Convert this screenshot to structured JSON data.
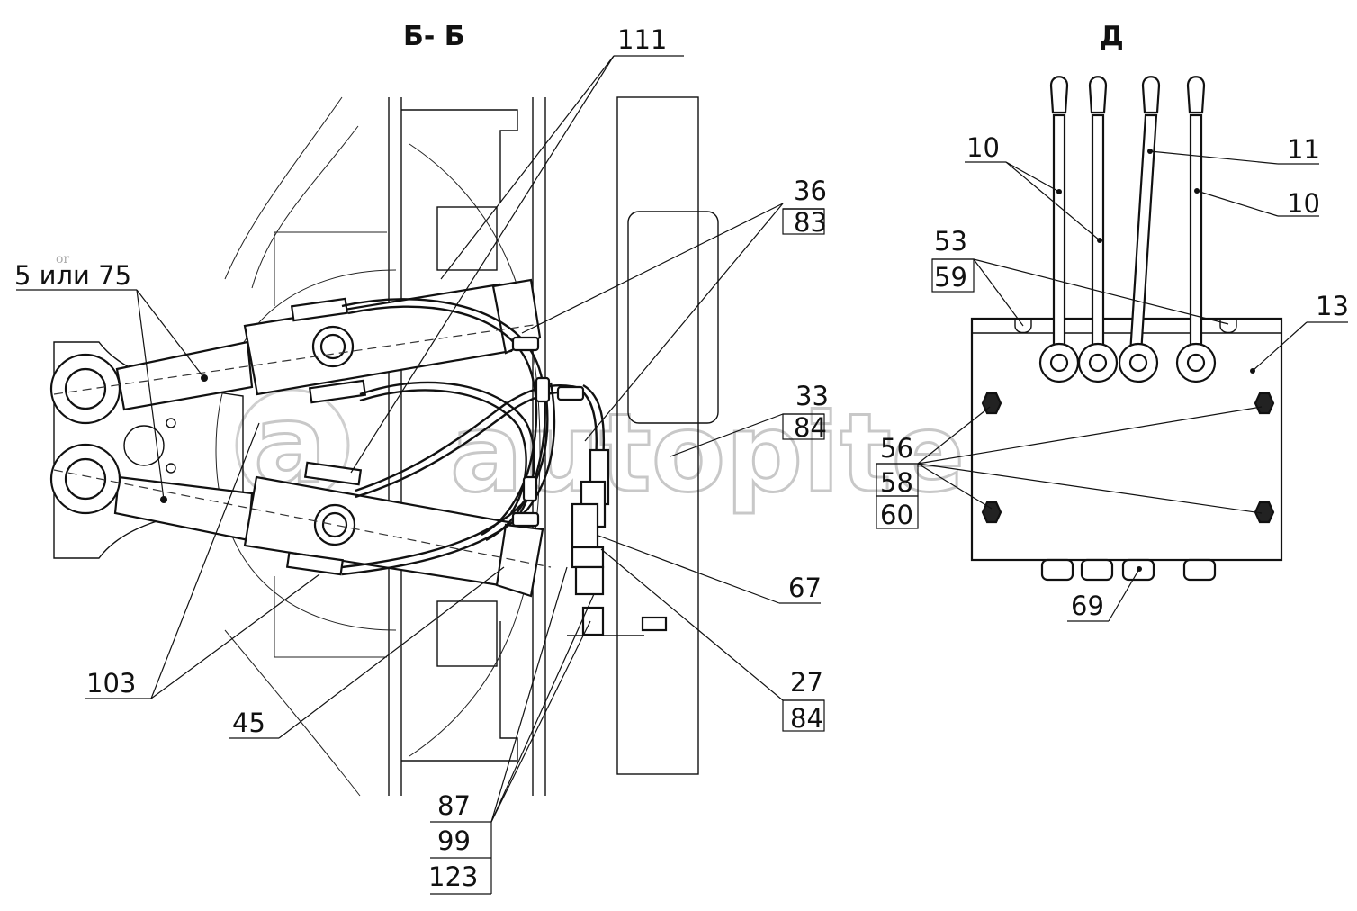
{
  "views": {
    "section_title": "Б- Б",
    "view_title": "Д"
  },
  "watermark": {
    "text": "autopiter.ru",
    "mark": "a",
    "small": "or"
  },
  "callouts": {
    "c111": "111",
    "c36": "36",
    "c83": "83",
    "c5_75": "5 или 75",
    "c33": "33",
    "c84a": "84",
    "c67": "67",
    "c27": "27",
    "c84b": "84",
    "c103": "103",
    "c45": "45",
    "c87": "87",
    "c99": "99",
    "c123": "123",
    "c10a": "10",
    "c11": "11",
    "c10b": "10",
    "c53": "53",
    "c59": "59",
    "c13": "13",
    "c56": "56",
    "c58": "58",
    "c60": "60",
    "c69": "69"
  }
}
